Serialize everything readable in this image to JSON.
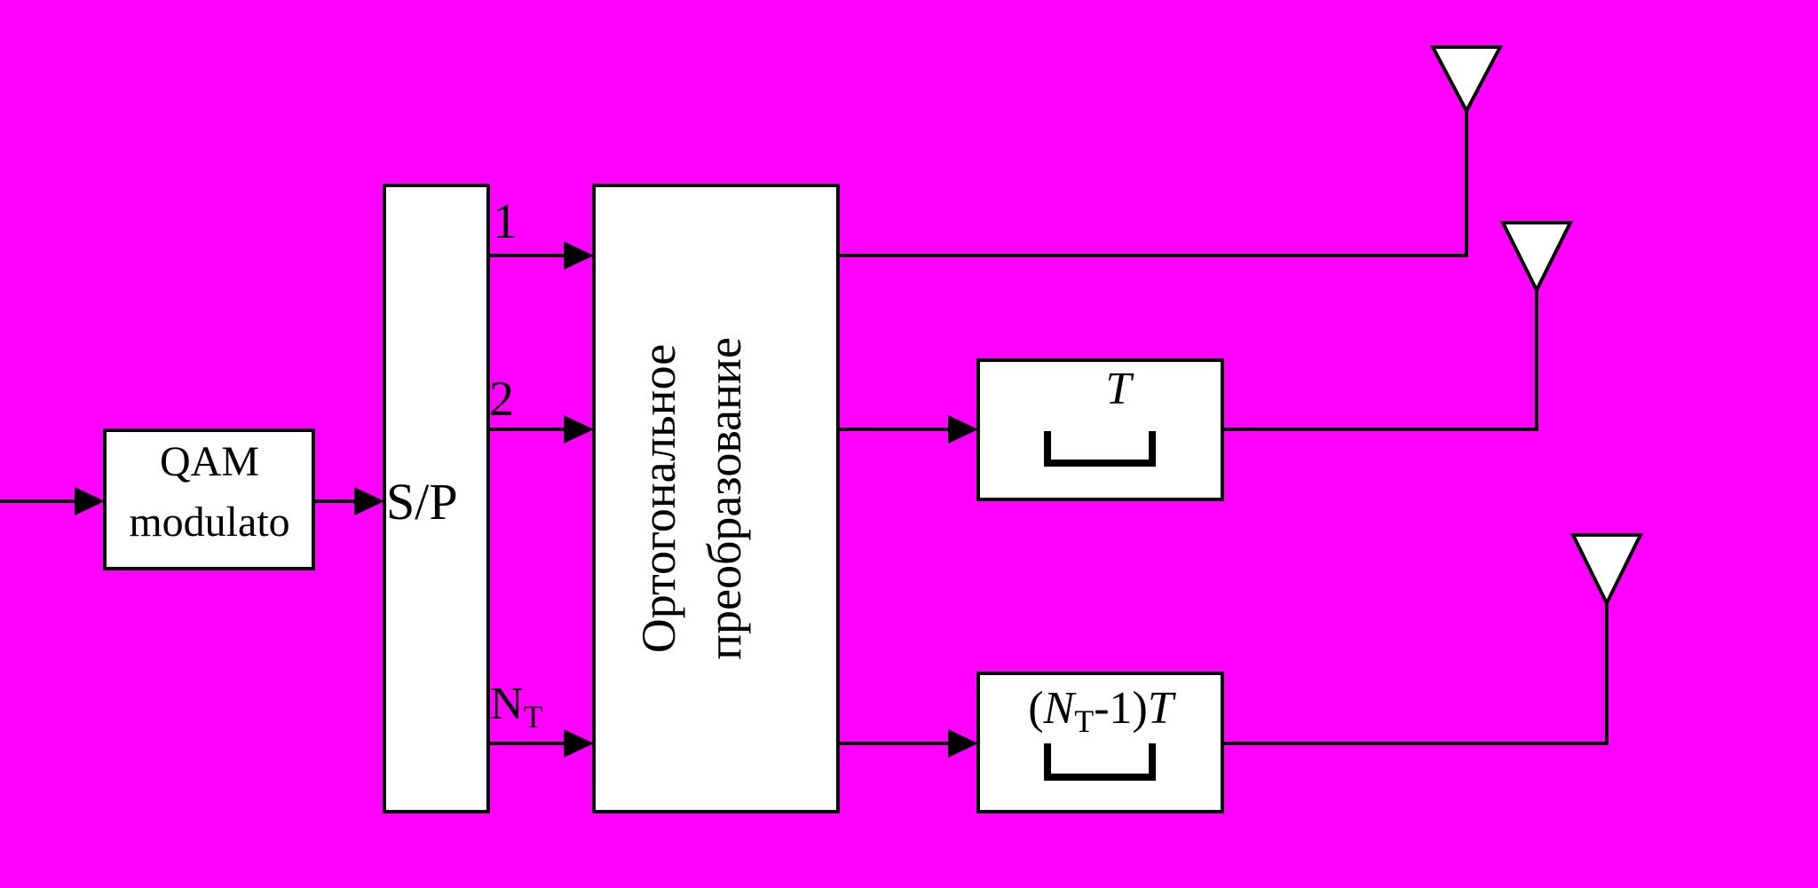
{
  "blocks": {
    "qam": {
      "line1": "QAM",
      "line2": "modulato"
    },
    "sp": {
      "label": "S/P"
    },
    "transform": {
      "line1": "Ортогональное",
      "line2": "преобразование"
    }
  },
  "ports": {
    "out1": "1",
    "out2": "2",
    "outN": {
      "base": "N",
      "sub": "T"
    }
  },
  "delays": {
    "d1": {
      "label": "T"
    },
    "dN": {
      "open": "(",
      "var": "N",
      "sub": "T",
      "rest": "-1)",
      "end": "T"
    }
  },
  "colors": {
    "background": "#ff00ff",
    "block_fill": "#ffffff",
    "line": "#000000"
  }
}
